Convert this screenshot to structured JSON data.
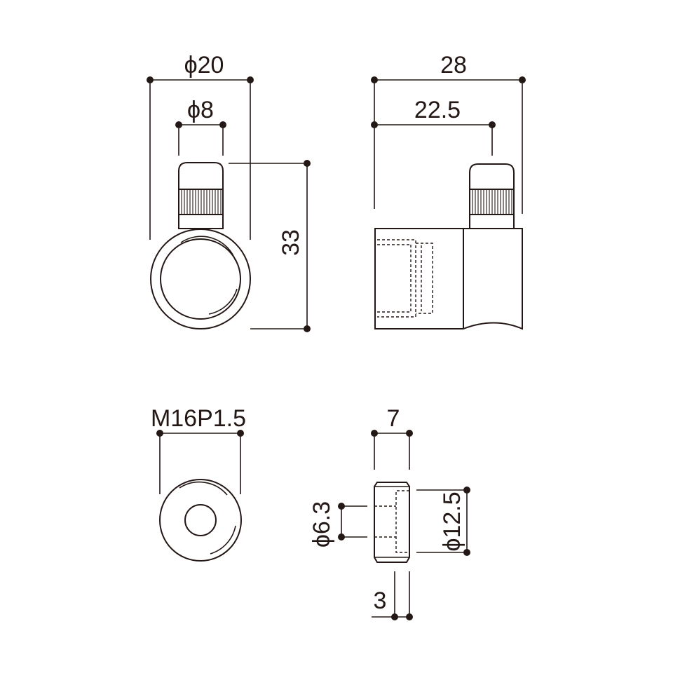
{
  "colors": {
    "line": "#231815",
    "background": "#ffffff"
  },
  "labels": {
    "front_outer_diameter": "ϕ20",
    "front_tip_diameter": "ϕ8",
    "height": "33",
    "side_total_length": "28",
    "side_tip_length": "22.5",
    "thread": "M16P1.5",
    "knob_width": "7",
    "knob_shaft_diameter": "ϕ6.3",
    "knob_diameter": "ϕ12.5",
    "knob_offset": "3"
  }
}
